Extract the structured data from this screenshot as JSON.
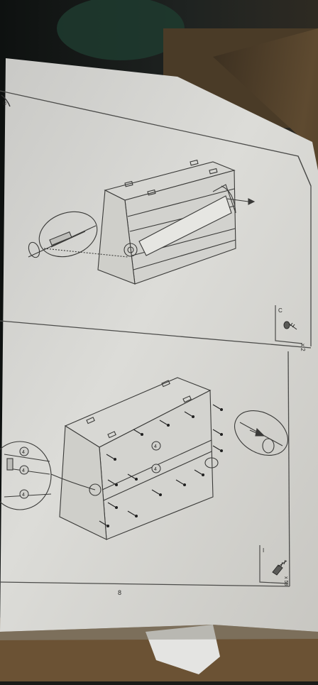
{
  "page": {
    "page_number": "8",
    "step_top": {
      "part_letter": "C",
      "quantity": "x 2"
    },
    "step_bottom": {
      "part_letter": "I",
      "quantity": "x 58"
    },
    "detail_callouts": [
      "4",
      "4",
      "4",
      "4",
      "4"
    ]
  }
}
